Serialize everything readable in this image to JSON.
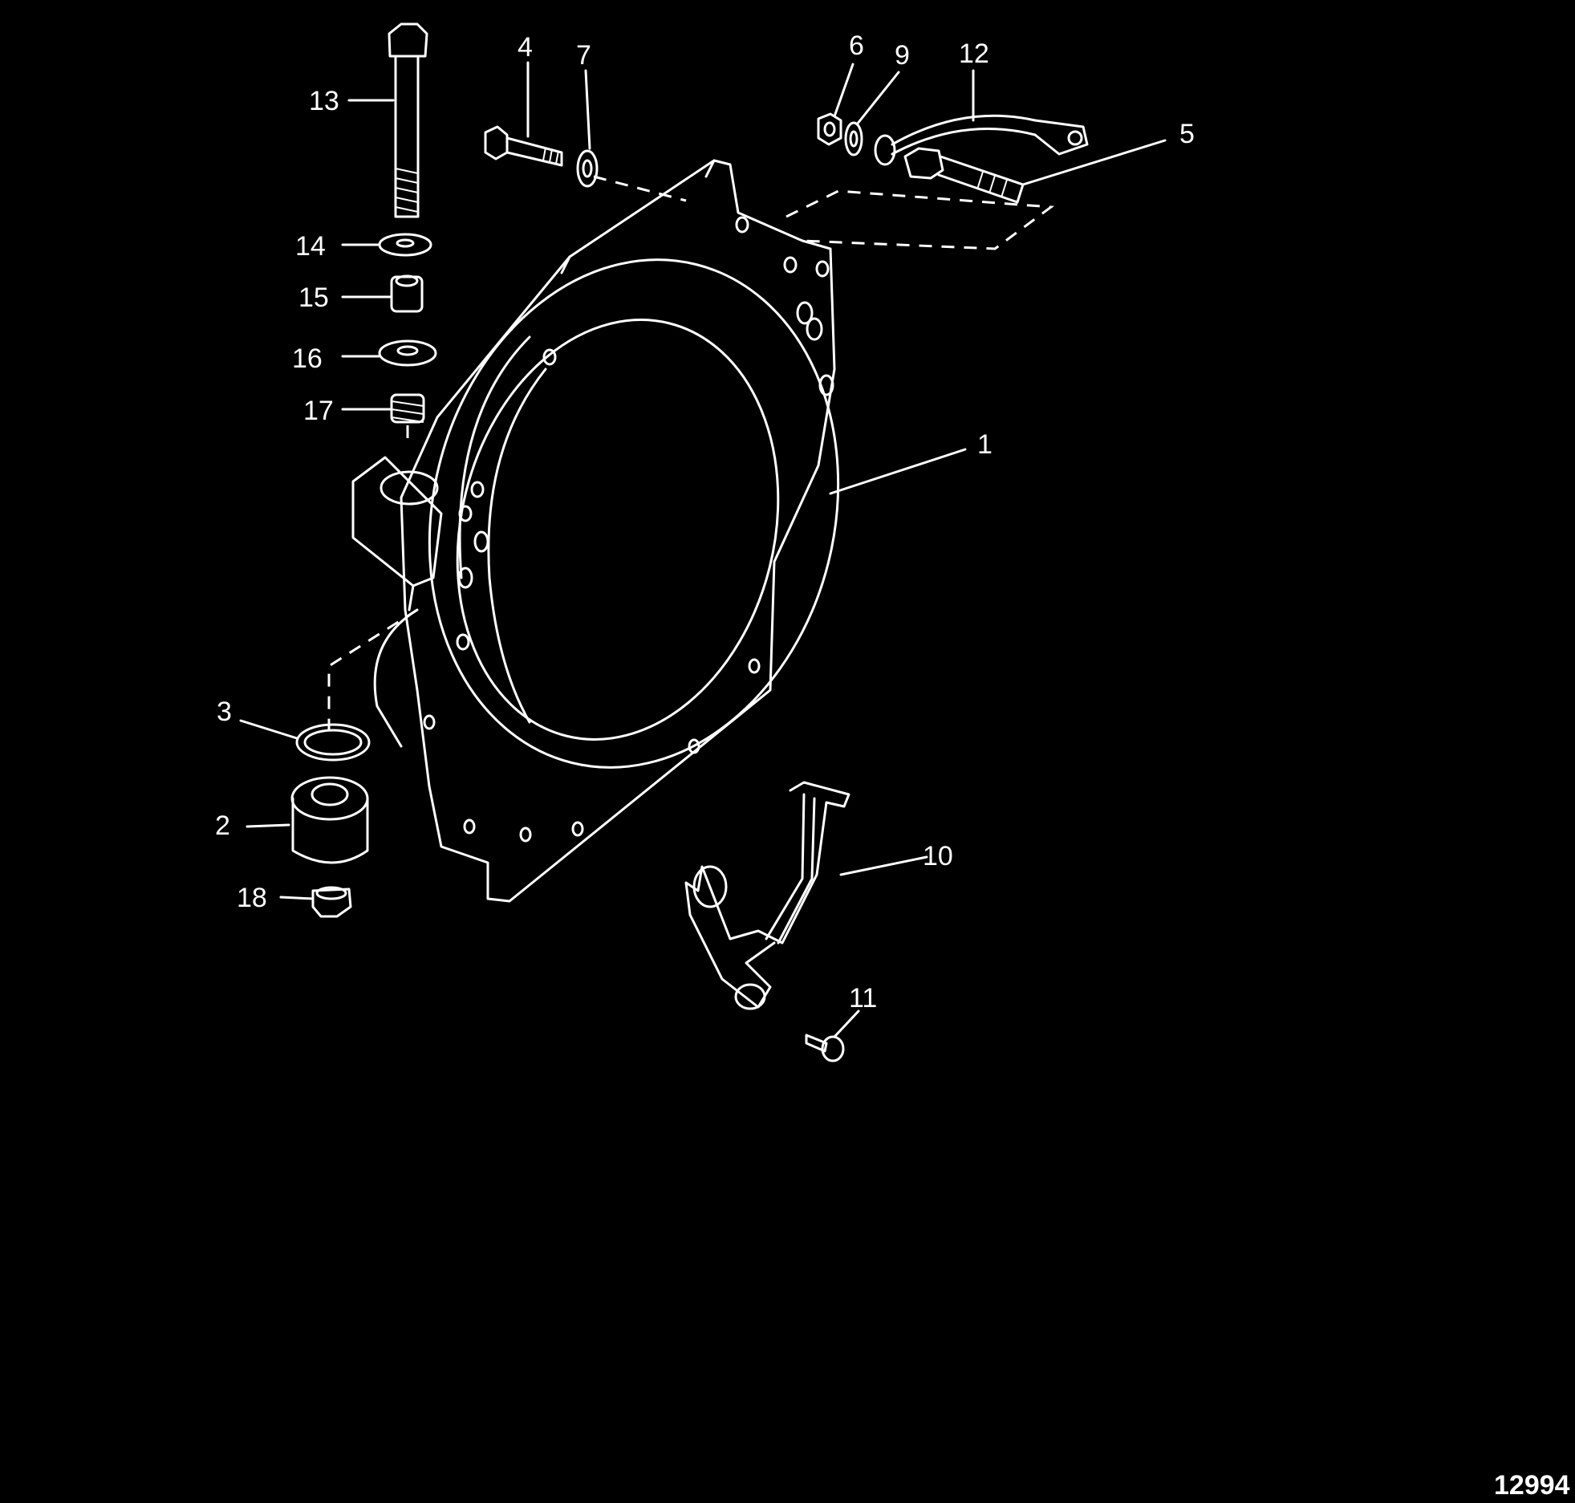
{
  "diagram": {
    "figure_number": "12994",
    "callouts": [
      "1",
      "2",
      "3",
      "4",
      "5",
      "6",
      "7",
      "9",
      "10",
      "11",
      "12",
      "13",
      "14",
      "15",
      "16",
      "17",
      "18"
    ]
  },
  "colors": {
    "background": "#000000",
    "linework": "#ffffff"
  }
}
